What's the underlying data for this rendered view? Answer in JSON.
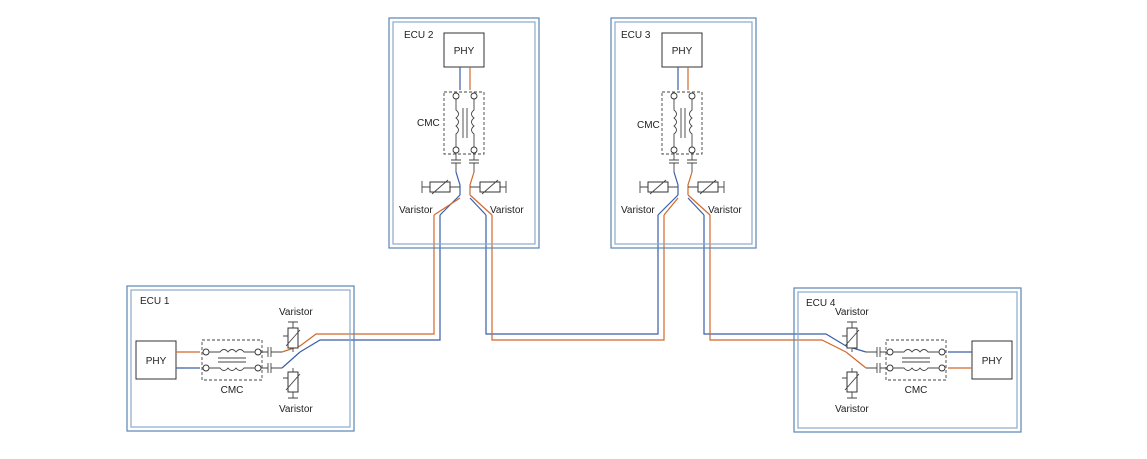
{
  "ecus": [
    {
      "id": "ecu1",
      "title": "ECU 1",
      "phy": "PHY",
      "cmc": "CMC",
      "varistor_top": "Varistor",
      "varistor_bottom": "Varistor"
    },
    {
      "id": "ecu2",
      "title": "ECU 2",
      "phy": "PHY",
      "cmc": "CMC",
      "varistor_left": "Varistor",
      "varistor_right": "Varistor"
    },
    {
      "id": "ecu3",
      "title": "ECU 3",
      "phy": "PHY",
      "cmc": "CMC",
      "varistor_left": "Varistor",
      "varistor_right": "Varistor"
    },
    {
      "id": "ecu4",
      "title": "ECU 4",
      "phy": "PHY",
      "cmc": "CMC",
      "varistor_top": "Varistor",
      "varistor_bottom": "Varistor"
    }
  ],
  "colors": {
    "box_outer": "#5b86b4",
    "box_inner": "#8aa9cc",
    "wire_a": "#3a5fa8",
    "wire_b": "#d2692c",
    "component": "#333333"
  }
}
